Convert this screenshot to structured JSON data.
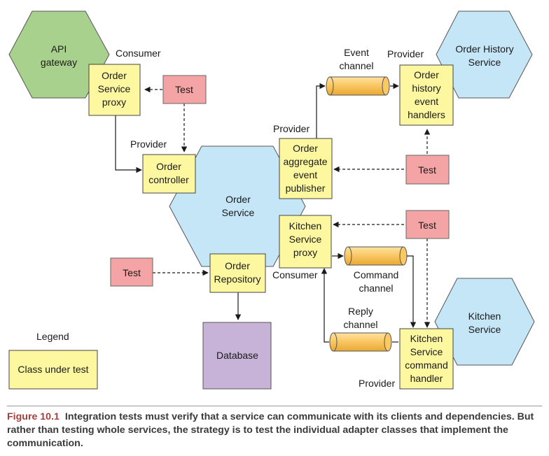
{
  "nodes": {
    "api_gateway": [
      "API",
      "gateway"
    ],
    "order_history_service": [
      "Order History",
      "Service"
    ],
    "order_service": [
      "Order",
      "Service"
    ],
    "kitchen_service": [
      "Kitchen",
      "Service"
    ],
    "order_service_proxy": [
      "Order",
      "Service",
      "proxy"
    ],
    "order_controller": [
      "Order",
      "controller"
    ],
    "order_aggregate_event_publisher": [
      "Order",
      "aggregate",
      "event",
      "publisher"
    ],
    "order_history_event_handlers": [
      "Order",
      "history",
      "event",
      "handlers"
    ],
    "kitchen_service_proxy": [
      "Kitchen",
      "Service",
      "proxy"
    ],
    "order_repository": [
      "Order",
      "Repository"
    ],
    "kitchen_service_command_handler": [
      "Kitchen",
      "Service",
      "command",
      "handler"
    ],
    "database": "Database",
    "test": "Test"
  },
  "labels": {
    "consumer": "Consumer",
    "provider": "Provider",
    "event_channel": [
      "Event",
      "channel"
    ],
    "command_channel": [
      "Command",
      "channel"
    ],
    "reply_channel": [
      "Reply",
      "channel"
    ]
  },
  "legend": {
    "title": "Legend",
    "item": "Class under test"
  },
  "caption": {
    "figure_label": "Figure 10.1",
    "text": "Integration tests must verify that a service can communicate with its clients and dependencies. But rather than testing whole services, the strategy is to test the individual adapter classes that implement the communication."
  },
  "colors": {
    "service_hexagon": "#c5e6f6",
    "gateway_hexagon": "#a9d18e",
    "class_under_test": "#fdf8a0",
    "test": "#f4a4a4",
    "database": "#c7b3d8",
    "channel": "#fbc866",
    "caption_label": "#a33f3f"
  }
}
